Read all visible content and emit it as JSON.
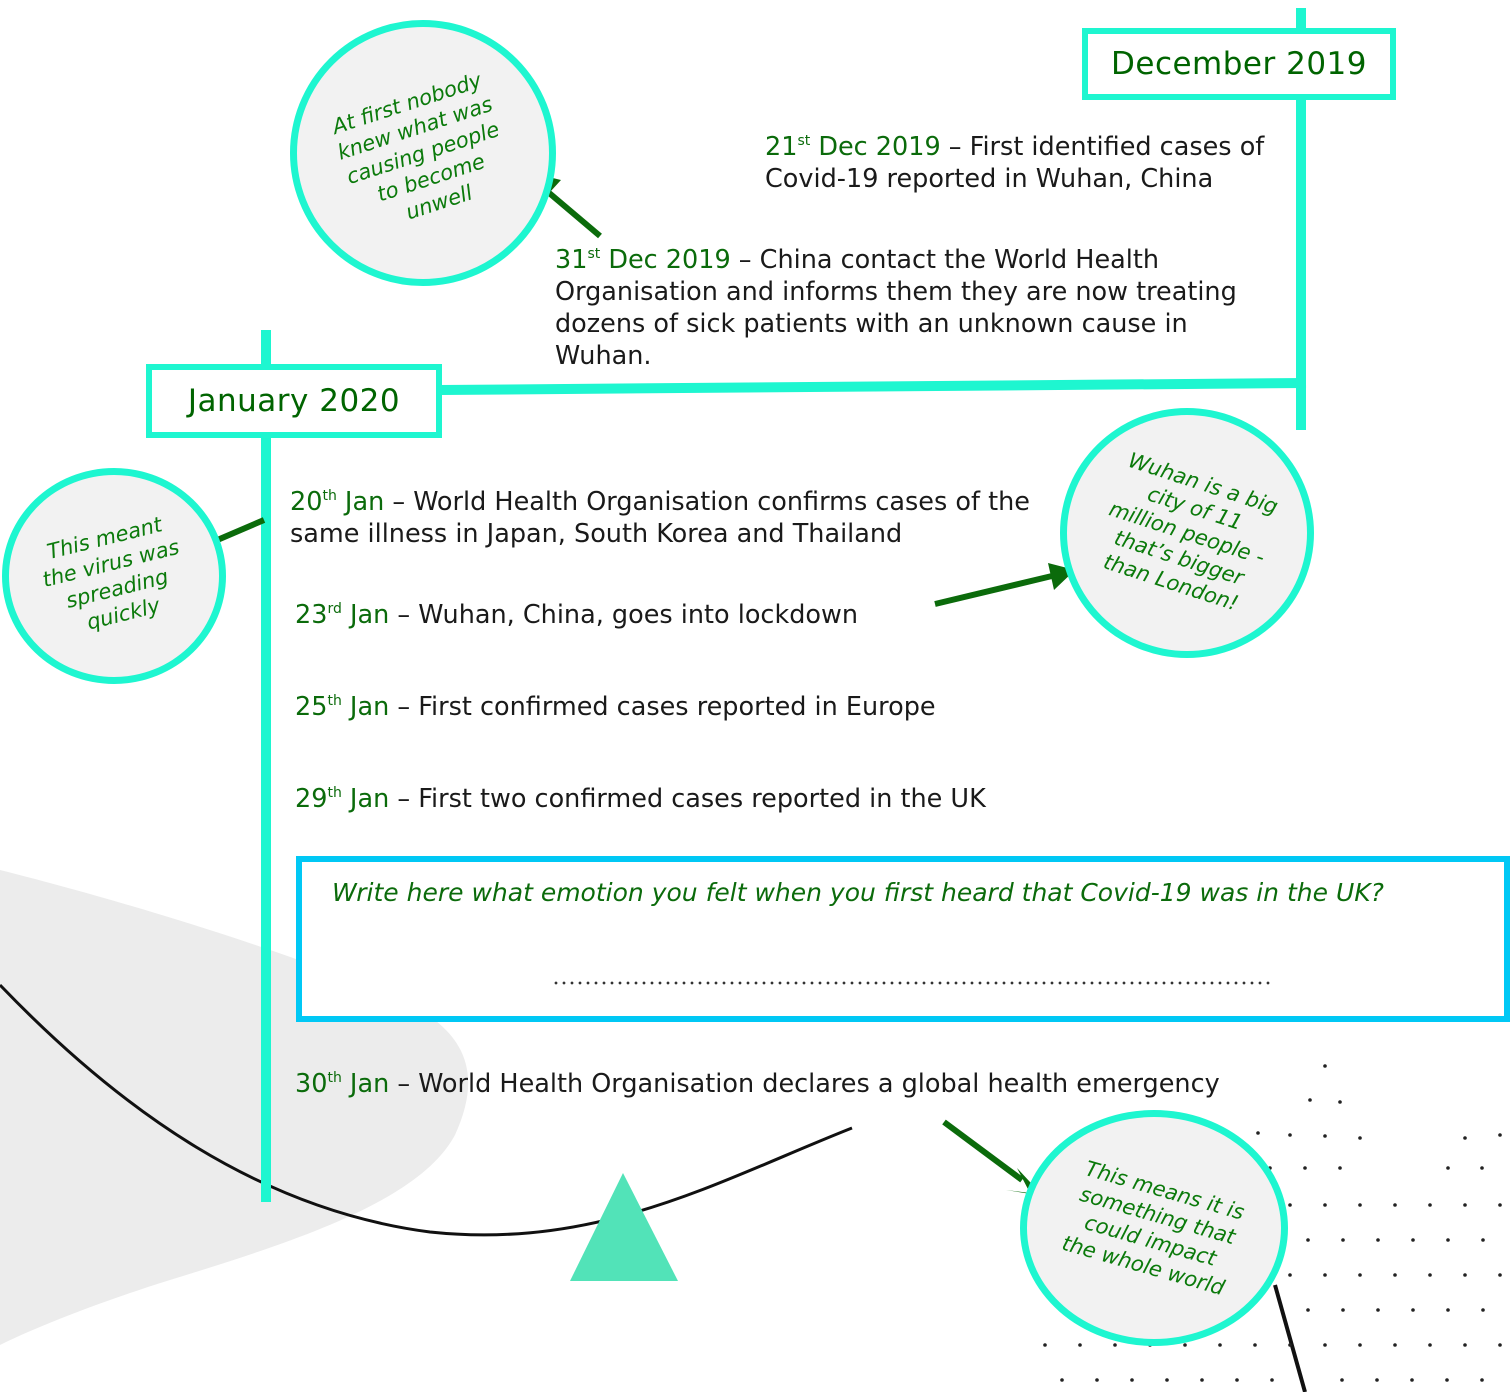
{
  "months": {
    "dec": "December 2019",
    "jan": "January 2020"
  },
  "entries": [
    {
      "date": "21",
      "sup": "st",
      "rest": " Dec 2019",
      "text": " – First identified cases of Covid-19 reported in Wuhan, China"
    },
    {
      "date": "31",
      "sup": "st",
      "rest": " Dec 2019",
      "text": " – China contact the World Health Organisation and informs them they are now treating dozens of sick patients with an unknown cause in Wuhan."
    },
    {
      "date": "20",
      "sup": "th",
      "rest": " Jan",
      "text": " – World Health Organisation confirms cases of the same illness in Japan, South Korea and Thailand"
    },
    {
      "date": "23",
      "sup": "rd",
      "rest": " Jan",
      "text": " – Wuhan, China, goes into lockdown"
    },
    {
      "date": "25",
      "sup": "th",
      "rest": " Jan",
      "text": " – First confirmed cases reported in Europe"
    },
    {
      "date": "29",
      "sup": "th",
      "rest": " Jan",
      "text": " – First two confirmed cases reported in the UK"
    },
    {
      "date": "30",
      "sup": "th",
      "rest": " Jan",
      "text": " – World Health Organisation declares a global health emergency"
    }
  ],
  "bubbles": {
    "nobody": "At first nobody knew what was causing people to become unwell",
    "spreading": "This meant the virus was spreading quickly",
    "wuhan": "Wuhan is a big city of 11 million people - that’s bigger than London!",
    "world": "This means it is something that could impact the whole world"
  },
  "prompt": {
    "question": "Write here what emotion you felt when you first heard that Covid-19 was in the UK?"
  },
  "colors": {
    "line": "#1ef6d0",
    "date_green": "#0b6b0b",
    "box_blue": "#00c8f5",
    "triangle": "#52e3b8"
  }
}
